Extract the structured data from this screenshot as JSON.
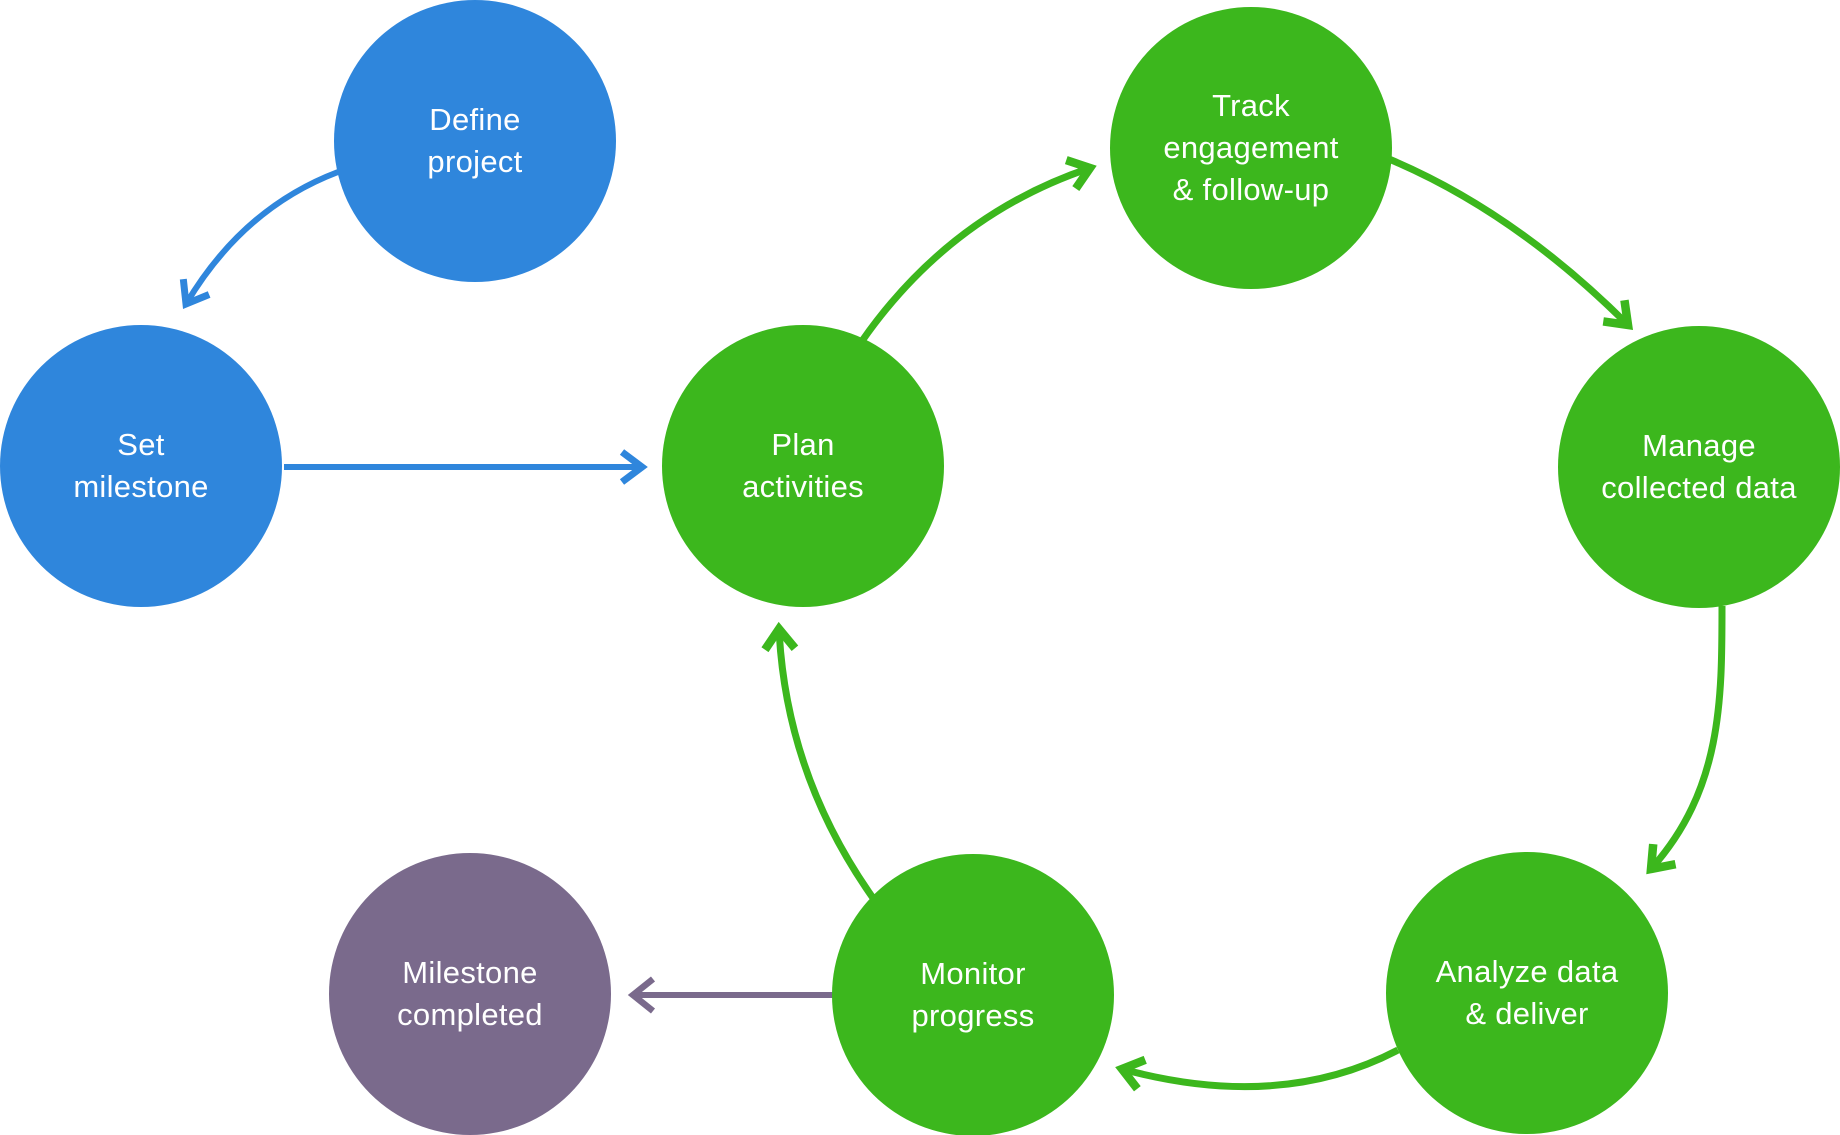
{
  "diagram": {
    "background": "#FFFFFF",
    "text_color": "#FFFFFF",
    "palette": {
      "blue": "#2F86DC",
      "green": "#3CB71D",
      "purple": "#7A6A8C"
    },
    "nodes": [
      {
        "id": "define-project",
        "label": "Define\nproject",
        "color": "#2F86DC"
      },
      {
        "id": "set-milestone",
        "label": "Set\nmilestone",
        "color": "#2F86DC"
      },
      {
        "id": "plan-activities",
        "label": "Plan\nactivities",
        "color": "#3CB71D"
      },
      {
        "id": "track-engagement",
        "label": "Track\nengagement\n& follow-up",
        "color": "#3CB71D"
      },
      {
        "id": "manage-collected-data",
        "label": "Manage\ncollected data",
        "color": "#3CB71D"
      },
      {
        "id": "analyze-data-deliver",
        "label": "Analyze data\n& deliver",
        "color": "#3CB71D"
      },
      {
        "id": "monitor-progress",
        "label": "Monitor\nprogress",
        "color": "#3CB71D"
      },
      {
        "id": "milestone-completed",
        "label": "Milestone\ncompleted",
        "color": "#7A6A8C"
      }
    ],
    "edges": [
      {
        "from": "define-project",
        "to": "set-milestone",
        "color": "#2F86DC"
      },
      {
        "from": "set-milestone",
        "to": "plan-activities",
        "color": "#2F86DC"
      },
      {
        "from": "plan-activities",
        "to": "track-engagement",
        "color": "#3CB71D"
      },
      {
        "from": "track-engagement",
        "to": "manage-collected-data",
        "color": "#3CB71D"
      },
      {
        "from": "manage-collected-data",
        "to": "analyze-data-deliver",
        "color": "#3CB71D"
      },
      {
        "from": "analyze-data-deliver",
        "to": "monitor-progress",
        "color": "#3CB71D"
      },
      {
        "from": "monitor-progress",
        "to": "plan-activities",
        "color": "#3CB71D"
      },
      {
        "from": "monitor-progress",
        "to": "milestone-completed",
        "color": "#7A6A8C"
      }
    ]
  }
}
